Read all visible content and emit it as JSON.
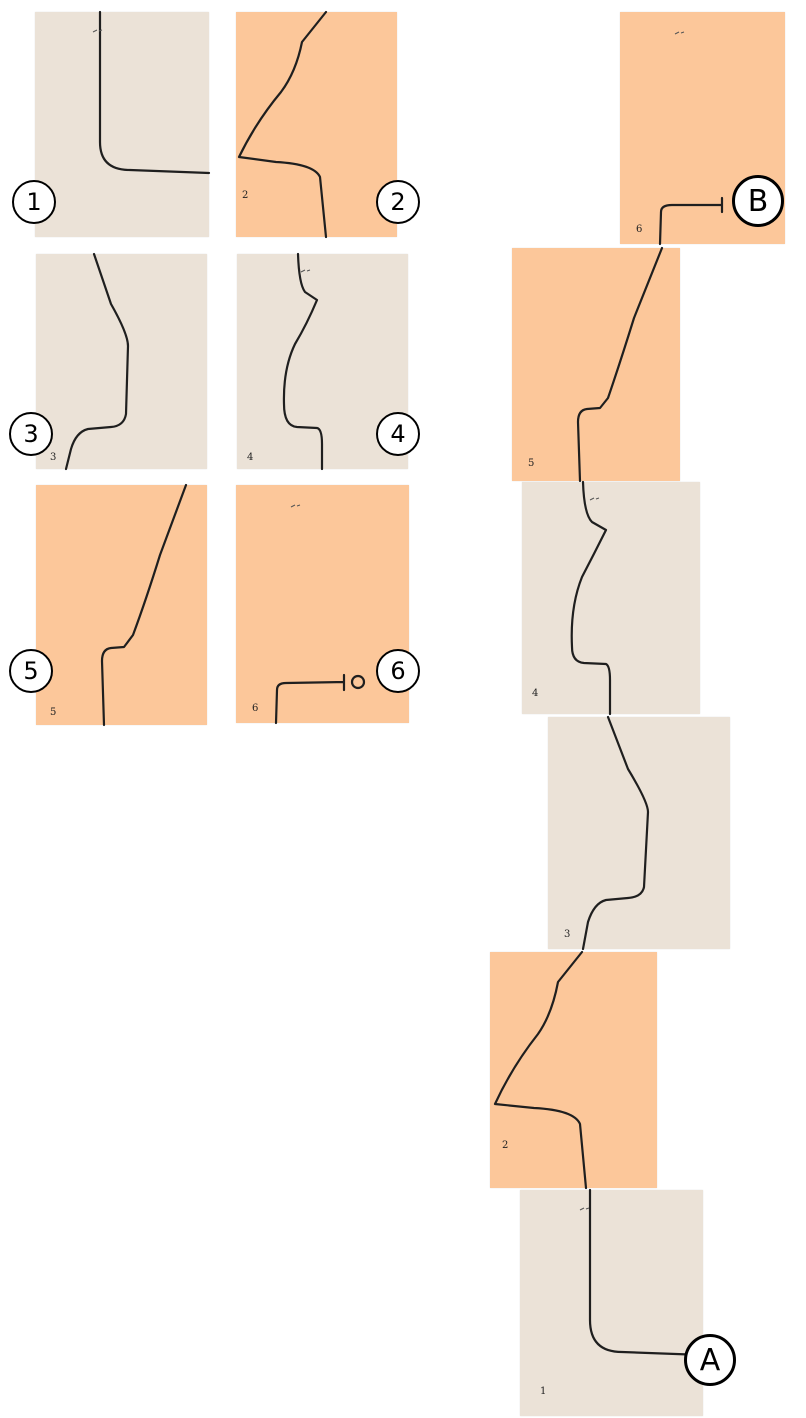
{
  "colors": {
    "beige": "#ebe2d7",
    "orange": "#fcc79a",
    "line": "#1f1f1f"
  },
  "labels": {
    "one": "1",
    "two": "2",
    "three": "3",
    "four": "4",
    "five": "5",
    "six": "6",
    "start": "A",
    "end": "B"
  },
  "page_numbers": {
    "p2": "2",
    "p3": "3",
    "p4": "4",
    "p5": "5",
    "p6": "6",
    "p1": "1"
  }
}
